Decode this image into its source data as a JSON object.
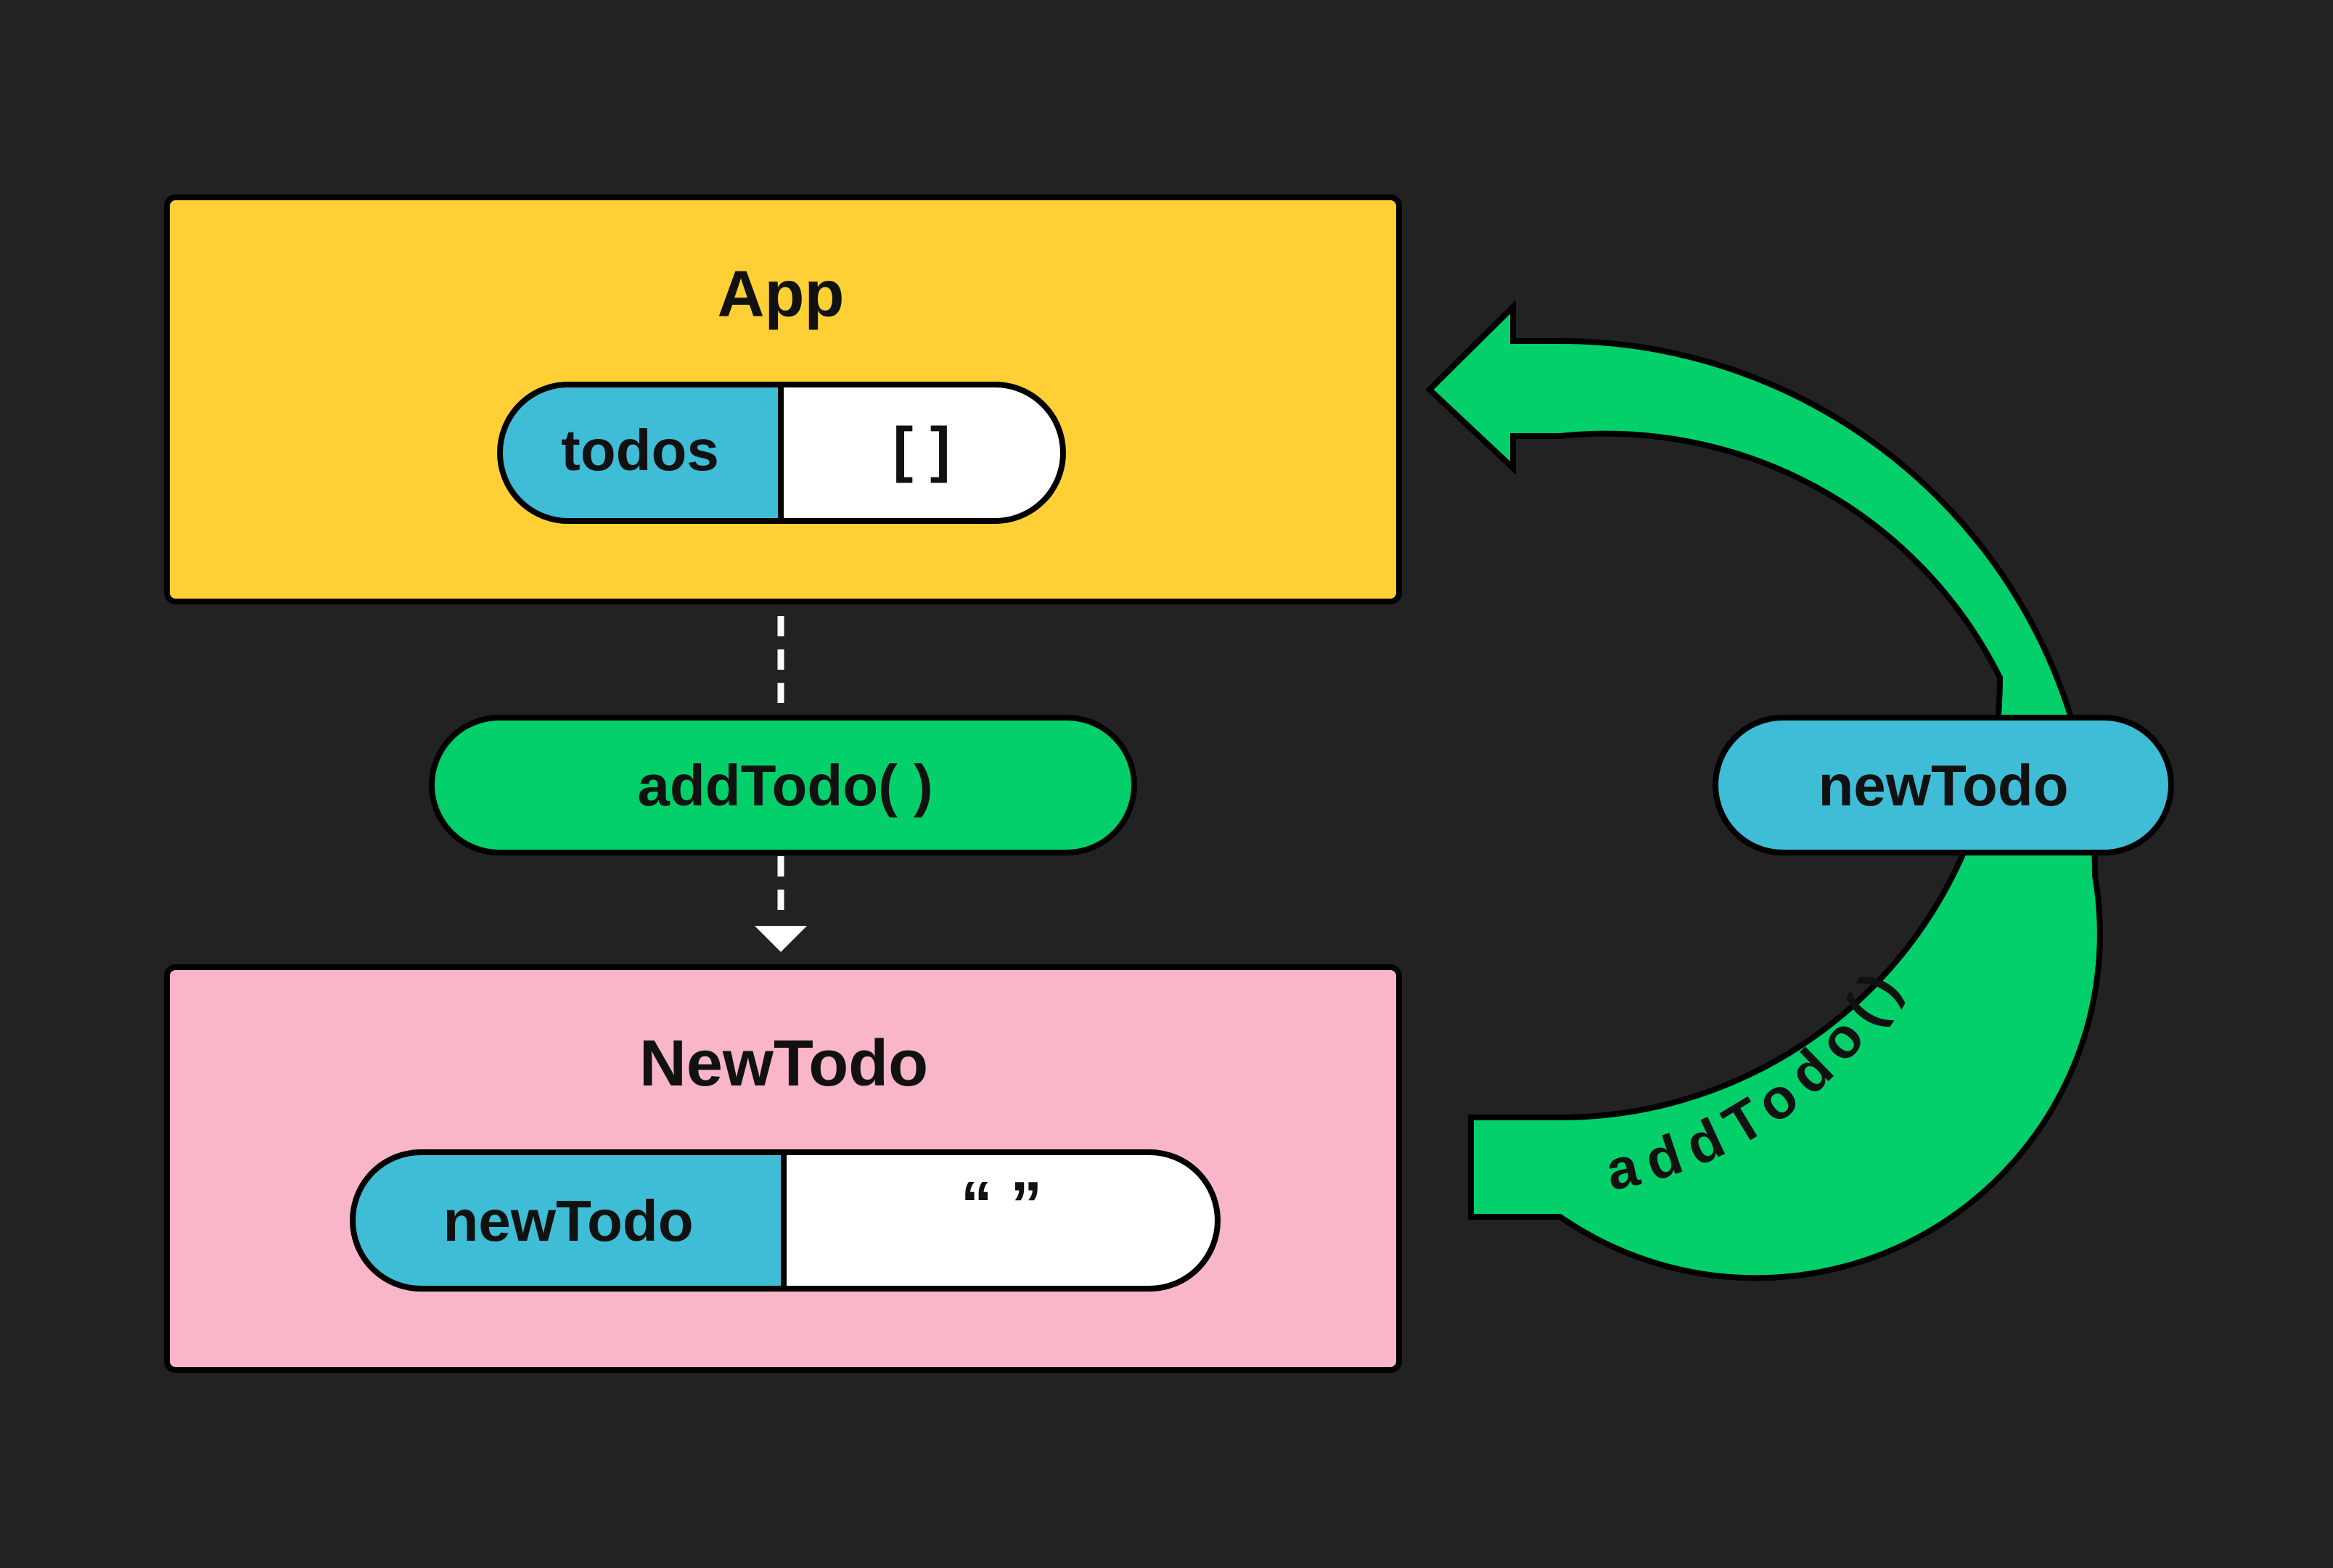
{
  "app": {
    "title": "App",
    "state_key": "todos",
    "state_value": "[ ]"
  },
  "prop": {
    "label": "addTodo( )"
  },
  "newtodo": {
    "title": "NewTodo",
    "state_key": "newTodo",
    "state_value": "“ ”"
  },
  "callback": {
    "payload_label": "newTodo",
    "arrow_label": "addTodo()"
  },
  "colors": {
    "background": "#222222",
    "app_box": "#FFD035",
    "newtodo_box": "#F8B6C8",
    "state_key": "#3FBDD6",
    "function": "#03D06A",
    "value": "#FFFFFF"
  }
}
